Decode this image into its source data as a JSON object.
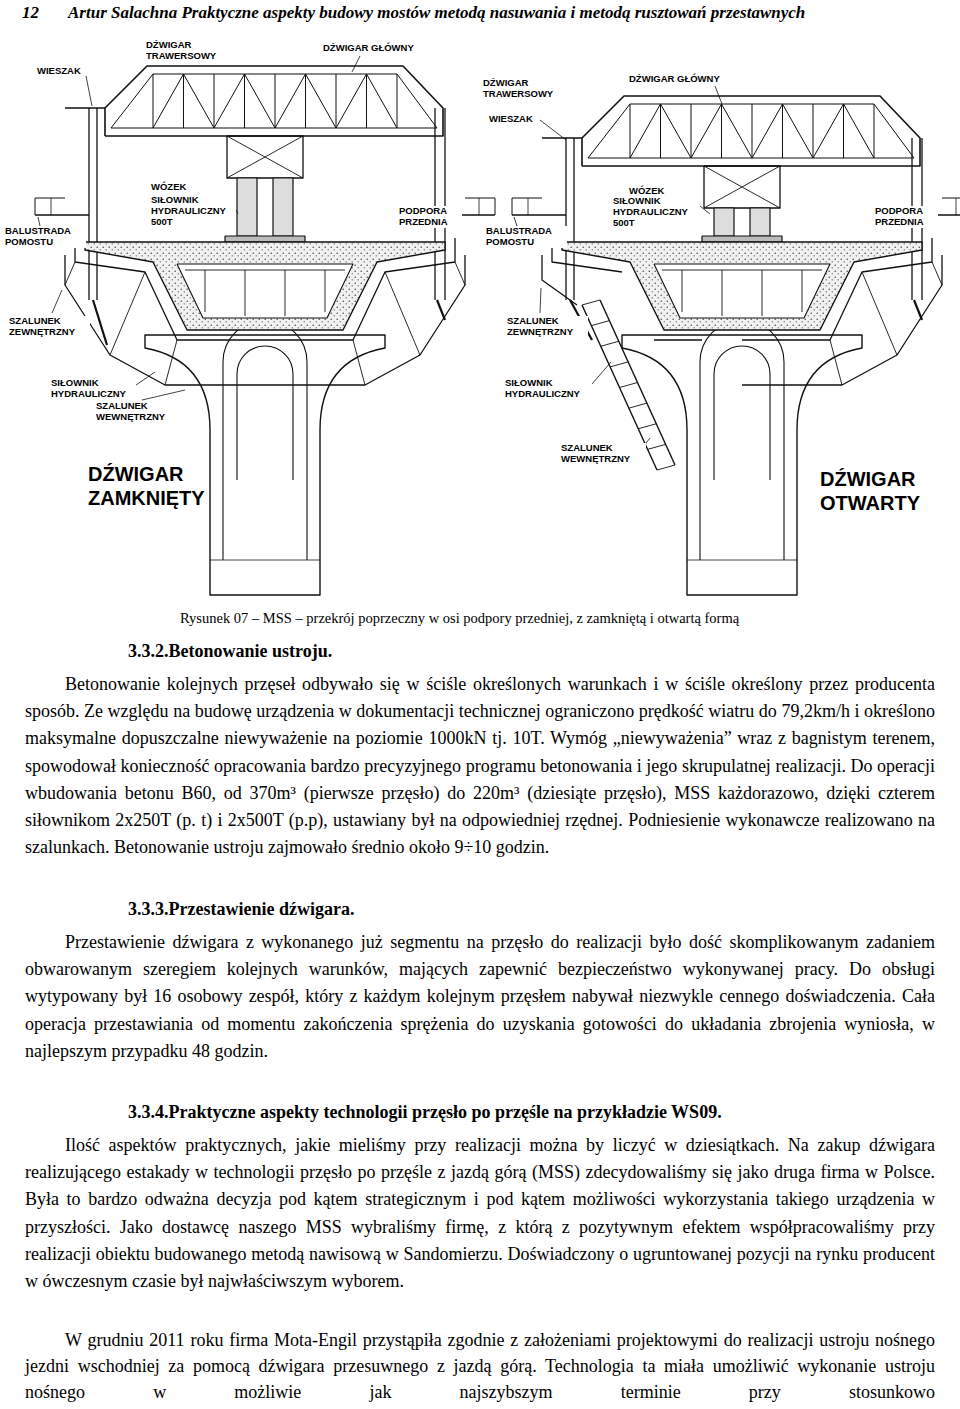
{
  "diagram": {
    "caption": "Rysunek 07 – MSS – przekrój poprzeczny w osi podpory przedniej, z zamkniętą i otwartą formą",
    "labels": [
      "12",
      "Artur Salachna Praktyczne aspekty budowy mostów metodą nasuwania i metodą rusztowań przestawnych",
      "DŹWIGAR TRAWERSOWY",
      "DŹWIGAR GŁÓWNY",
      "WIESZAK",
      "WÓZEK",
      "SIŁOWNIK HYDRAULICZNY 500T",
      "PODPORA PRZEDNIA",
      "BALUSTRADA POMOSTU",
      "SZALUNEK ZEWNĘTRZNY",
      "SIŁOWNIK HYDRAULICZNY",
      "SZALUNEK WEWNĘTRZNY",
      "DŹWIGAR ZAMKNIĘTY",
      "DŹWIGAR TRAWERSOWY",
      "DŹWIGAR GŁÓWNY",
      "WIESZAK",
      "WÓZEK",
      "SIŁOWNIK HYDRAULICZNY 500T",
      "PODPORA PRZEDNIA",
      "BALUSTRADA POMOSTU",
      "SZALUNEK ZEWNĘTRZNY",
      "SIŁOWNIK HYDRAULICZNY",
      "SZALUNEK WEWNĘTRZNY",
      "DŹWIGAR OTWARTY",
      "3.3.2.Betonowanie ustroju.",
      "Betonowanie kolejnych przęseł odbywało się w ściśle określonych warunkach i w ściśle określony przez producenta sposób. Ze względu na budowę urządzenia w dokumentacji technicznej ograniczono prędkość wiatru do 79,2km/h i określono maksymalne dopuszczalne niewyważenie na poziomie 1000kN tj. 10T. Wymóg „niewyważenia” wraz z bagnistym terenem, spowodował konieczność opracowania bardzo precyzyjnego programu betonowania i jego skrupulatnej realizacji. Do operacji wbudowania betonu B60, od 370m³ (pierwsze przęsło) do 220m³ (dziesiąte przęsło), MSS każdorazowo, dzięki czterem siłownikom 2x250T (p. t) i 2x500T (p.p), ustawiany był na odpowiedniej rzędnej. Podniesienie wykonawcze realizowano na szalunkach. Betonowanie ustroju zajmowało średnio około 9÷10 godzin.",
      "3.3.3.Przestawienie dźwigara.",
      "Przestawienie dźwigara z wykonanego już segmentu na przęsło do realizacji było dość skomplikowanym zadaniem obwarowanym szeregiem kolejnych warunków, mających zapewnić bezpieczeństwo wykonywanej pracy. Do obsługi wytypowany był 16 osobowy zespół, który z każdym kolejnym przęsłem nabywał niezwykle cennego doświadczenia. Cała operacja przestawiania od momentu zakończenia sprężenia do uzyskania gotowości do układania zbrojenia wyniosła, w najlepszym przypadku 48 godzin.",
      "3.3.4.Praktyczne aspekty technologii przęsło po przęśle na przykładzie WS09.",
      "Ilość aspektów praktycznych, jakie mieliśmy przy realizacji można by liczyć w dziesiątkach. Na zakup dźwigara realizującego estakady w technologii przęsło po przęśle z jazdą górą (MSS) zdecydowaliśmy się jako druga firma w Polsce. Była to bardzo odważna decyzja pod kątem strategicznym i pod kątem możliwości wykorzystania takiego urządzenia w przyszłości. Jako dostawcę naszego MSS wybraliśmy firmę, z którą z pozytywnym efektem współpracowaliśmy przy realizacji obiektu budowanego metodą nawisową w Sandomierzu. Doświadczony o ugruntowanej pozycji na rynku producent w ówczesnym czasie był najwłaściwszym wyborem.",
      "W grudniu 2011 roku firma Mota-Engil przystąpiła zgodnie z założeniami projektowymi do realizacji ustroju nośnego jezdni wschodniej za pomocą dźwigara przesuwnego z jazdą górą. Technologia ta miała umożliwić wykonanie ustroju nośnego w możliwie jak najszybszym terminie przy stosunkowo"
    ]
  }
}
